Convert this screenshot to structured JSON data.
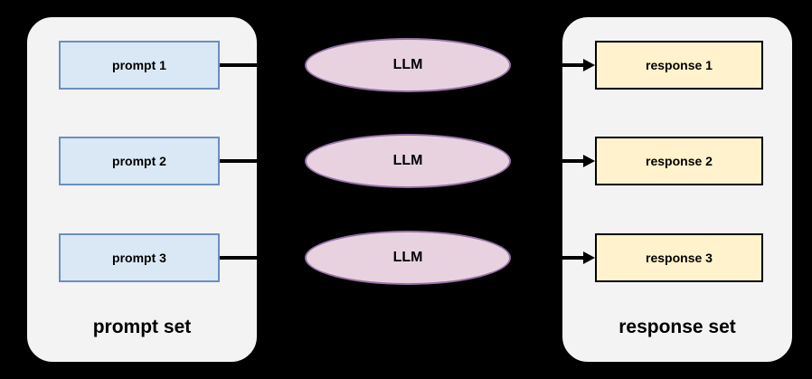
{
  "diagram": {
    "prompt_group": {
      "label": "prompt set",
      "items": [
        {
          "label": "prompt 1"
        },
        {
          "label": "prompt 2"
        },
        {
          "label": "prompt 3"
        }
      ]
    },
    "llm_nodes": [
      {
        "label": "LLM"
      },
      {
        "label": "LLM"
      },
      {
        "label": "LLM"
      }
    ],
    "response_group": {
      "label": "response set",
      "items": [
        {
          "label": "response 1"
        },
        {
          "label": "response 2"
        },
        {
          "label": "response 3"
        }
      ]
    },
    "colors": {
      "background": "#000000",
      "group_fill": "#f3f3f3",
      "group_border": "#000000",
      "prompt_fill": "#dae8f5",
      "prompt_border": "#6c8ebf",
      "llm_fill": "#e8d2e0",
      "llm_border": "#9673a6",
      "response_fill": "#fff2cc",
      "response_border": "#000000",
      "arrow": "#000000"
    }
  }
}
